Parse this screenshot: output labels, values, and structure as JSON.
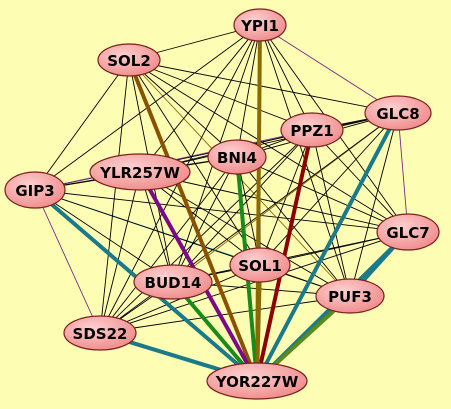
{
  "network": {
    "background": "#fdfdb4",
    "node_fill": "#f08a8a",
    "node_fill_light": "#fdd0d0",
    "nodes": [
      {
        "id": "YPI1",
        "label": "YPI1"
      },
      {
        "id": "SOL2",
        "label": "SOL2"
      },
      {
        "id": "GLC8",
        "label": "GLC8"
      },
      {
        "id": "PPZ1",
        "label": "PPZ1"
      },
      {
        "id": "BNI4",
        "label": "BNI4"
      },
      {
        "id": "YLR257W",
        "label": "YLR257W"
      },
      {
        "id": "GIP3",
        "label": "GIP3"
      },
      {
        "id": "GLC7",
        "label": "GLC7"
      },
      {
        "id": "SOL1",
        "label": "SOL1"
      },
      {
        "id": "BUD14",
        "label": "BUD14"
      },
      {
        "id": "PUF3",
        "label": "PUF3"
      },
      {
        "id": "SDS22",
        "label": "SDS22"
      },
      {
        "id": "YOR227W",
        "label": "YOR227W"
      }
    ],
    "edges": [
      {
        "source": "YPI1",
        "target": "YOR227W",
        "color": "#8a6a00",
        "weight": 4
      },
      {
        "source": "SOL2",
        "target": "YOR227W",
        "color": "#8a5200",
        "weight": 4
      },
      {
        "source": "PPZ1",
        "target": "YOR227W",
        "color": "#8b0000",
        "weight": 4
      },
      {
        "source": "GLC8",
        "target": "YOR227W",
        "color": "#1a7a8a",
        "weight": 4
      },
      {
        "source": "GLC7",
        "target": "YOR227W",
        "color": "#1a7a8a",
        "weight": 4
      },
      {
        "source": "GIP3",
        "target": "YOR227W",
        "color": "#1a7a8a",
        "weight": 4
      },
      {
        "source": "SDS22",
        "target": "YOR227W",
        "color": "#1a7a8a",
        "weight": 4
      },
      {
        "source": "BNI4",
        "target": "YOR227W",
        "color": "#1a8a1a",
        "weight": 4
      },
      {
        "source": "PUF3",
        "target": "YOR227W",
        "color": "#5a8a1a",
        "weight": 4
      },
      {
        "source": "BUD14",
        "target": "YOR227W",
        "color": "#1a8a1a",
        "weight": 4
      },
      {
        "source": "YLR257W",
        "target": "YOR227W",
        "color": "#7a0a8a",
        "weight": 4
      },
      {
        "source": "SOL1",
        "target": "YOR227W",
        "color": "#8a6a00",
        "weight": 4
      },
      {
        "source": "GLC8",
        "target": "GLC7",
        "color": "#7a2a8a",
        "weight": 1
      },
      {
        "source": "GLC7",
        "target": "PUF3",
        "color": "#1a7a8a",
        "weight": 3
      },
      {
        "source": "GLC8",
        "target": "PUF3",
        "color": "#000000",
        "weight": 1
      },
      {
        "source": "GIP3",
        "target": "GLC7",
        "color": "#000000",
        "weight": 1
      },
      {
        "source": "GIP3",
        "target": "GLC8",
        "color": "#000000",
        "weight": 1
      },
      {
        "source": "GIP3",
        "target": "PPZ1",
        "color": "#7a2a8a",
        "weight": 1
      },
      {
        "source": "GIP3",
        "target": "SOL1",
        "color": "#1a7a8a",
        "weight": 1
      },
      {
        "source": "GIP3",
        "target": "SDS22",
        "color": "#7a2a8a",
        "weight": 1
      },
      {
        "source": "GIP3",
        "target": "SOL2",
        "color": "#000000",
        "weight": 1
      },
      {
        "source": "GIP3",
        "target": "BNI4",
        "color": "#000000",
        "weight": 1
      },
      {
        "source": "GIP3",
        "target": "PUF3",
        "color": "#000000",
        "weight": 1
      },
      {
        "source": "GIP3",
        "target": "BUD14",
        "color": "#000000",
        "weight": 1
      },
      {
        "source": "SOL2",
        "target": "YPI1",
        "color": "#000000",
        "weight": 1
      },
      {
        "source": "SOL2",
        "target": "GLC8",
        "color": "#000000",
        "weight": 1
      },
      {
        "source": "SOL2",
        "target": "PPZ1",
        "color": "#000000",
        "weight": 1
      },
      {
        "source": "SOL2",
        "target": "BNI4",
        "color": "#000000",
        "weight": 1
      },
      {
        "source": "SOL2",
        "target": "GLC7",
        "color": "#000000",
        "weight": 1
      },
      {
        "source": "SOL2",
        "target": "SOL1",
        "color": "#000000",
        "weight": 1
      },
      {
        "source": "SOL2",
        "target": "BUD14",
        "color": "#000000",
        "weight": 1
      },
      {
        "source": "SOL2",
        "target": "SDS22",
        "color": "#000000",
        "weight": 1
      },
      {
        "source": "SOL2",
        "target": "PUF3",
        "color": "#8a6a00",
        "weight": 1
      },
      {
        "source": "YPI1",
        "target": "GLC8",
        "color": "#7a2a8a",
        "weight": 1
      },
      {
        "source": "YPI1",
        "target": "PPZ1",
        "color": "#000000",
        "weight": 1
      },
      {
        "source": "YPI1",
        "target": "BNI4",
        "color": "#000000",
        "weight": 1
      },
      {
        "source": "YPI1",
        "target": "YLR257W",
        "color": "#000000",
        "weight": 1
      },
      {
        "source": "YPI1",
        "target": "GIP3",
        "color": "#000000",
        "weight": 1
      },
      {
        "source": "YPI1",
        "target": "BUD14",
        "color": "#000000",
        "weight": 1
      },
      {
        "source": "YPI1",
        "target": "SDS22",
        "color": "#000000",
        "weight": 1
      },
      {
        "source": "YPI1",
        "target": "GLC7",
        "color": "#000000",
        "weight": 1
      },
      {
        "source": "YPI1",
        "target": "PUF3",
        "color": "#000000",
        "weight": 1
      },
      {
        "source": "YPI1",
        "target": "SOL1",
        "color": "#000000",
        "weight": 1
      },
      {
        "source": "PPZ1",
        "target": "GLC8",
        "color": "#000000",
        "weight": 1
      },
      {
        "source": "PPZ1",
        "target": "BNI4",
        "color": "#000000",
        "weight": 1
      },
      {
        "source": "PPZ1",
        "target": "YLR257W",
        "color": "#000000",
        "weight": 1
      },
      {
        "source": "PPZ1",
        "target": "BUD14",
        "color": "#000000",
        "weight": 1
      },
      {
        "source": "PPZ1",
        "target": "SDS22",
        "color": "#000000",
        "weight": 1
      },
      {
        "source": "PPZ1",
        "target": "GLC7",
        "color": "#000000",
        "weight": 1
      },
      {
        "source": "PPZ1",
        "target": "PUF3",
        "color": "#000000",
        "weight": 1
      },
      {
        "source": "PPZ1",
        "target": "SOL1",
        "color": "#000000",
        "weight": 1
      },
      {
        "source": "BNI4",
        "target": "GLC8",
        "color": "#000000",
        "weight": 1
      },
      {
        "source": "BNI4",
        "target": "YLR257W",
        "color": "#000000",
        "weight": 1
      },
      {
        "source": "BNI4",
        "target": "BUD14",
        "color": "#000000",
        "weight": 1
      },
      {
        "source": "BNI4",
        "target": "SDS22",
        "color": "#000000",
        "weight": 1
      },
      {
        "source": "BNI4",
        "target": "GLC7",
        "color": "#000000",
        "weight": 1
      },
      {
        "source": "BNI4",
        "target": "PUF3",
        "color": "#000000",
        "weight": 1
      },
      {
        "source": "BNI4",
        "target": "SOL1",
        "color": "#000000",
        "weight": 1
      },
      {
        "source": "YLR257W",
        "target": "GLC8",
        "color": "#000000",
        "weight": 1
      },
      {
        "source": "YLR257W",
        "target": "GLC7",
        "color": "#000000",
        "weight": 1
      },
      {
        "source": "YLR257W",
        "target": "SDS22",
        "color": "#000000",
        "weight": 1
      },
      {
        "source": "YLR257W",
        "target": "BUD14",
        "color": "#000000",
        "weight": 1
      },
      {
        "source": "YLR257W",
        "target": "PUF3",
        "color": "#000000",
        "weight": 1
      },
      {
        "source": "YLR257W",
        "target": "SOL1",
        "color": "#000000",
        "weight": 1
      },
      {
        "source": "GLC8",
        "target": "SOL1",
        "color": "#000000",
        "weight": 1
      },
      {
        "source": "GLC8",
        "target": "BUD14",
        "color": "#8a6a00",
        "weight": 1
      },
      {
        "source": "GLC8",
        "target": "SDS22",
        "color": "#000000",
        "weight": 1
      },
      {
        "source": "GLC7",
        "target": "SOL1",
        "color": "#000000",
        "weight": 1
      },
      {
        "source": "GLC7",
        "target": "BUD14",
        "color": "#000000",
        "weight": 1
      },
      {
        "source": "GLC7",
        "target": "SDS22",
        "color": "#000000",
        "weight": 1
      },
      {
        "source": "SOL1",
        "target": "BUD14",
        "color": "#000000",
        "weight": 1
      },
      {
        "source": "SOL1",
        "target": "PUF3",
        "color": "#000000",
        "weight": 1
      },
      {
        "source": "SOL1",
        "target": "SDS22",
        "color": "#000000",
        "weight": 1
      },
      {
        "source": "BUD14",
        "target": "PUF3",
        "color": "#000000",
        "weight": 1
      },
      {
        "source": "BUD14",
        "target": "SDS22",
        "color": "#000000",
        "weight": 1
      },
      {
        "source": "PUF3",
        "target": "SDS22",
        "color": "#000000",
        "weight": 1
      },
      {
        "source": "GIP3",
        "target": "YLR257W",
        "color": "#000000",
        "weight": 1
      }
    ]
  }
}
